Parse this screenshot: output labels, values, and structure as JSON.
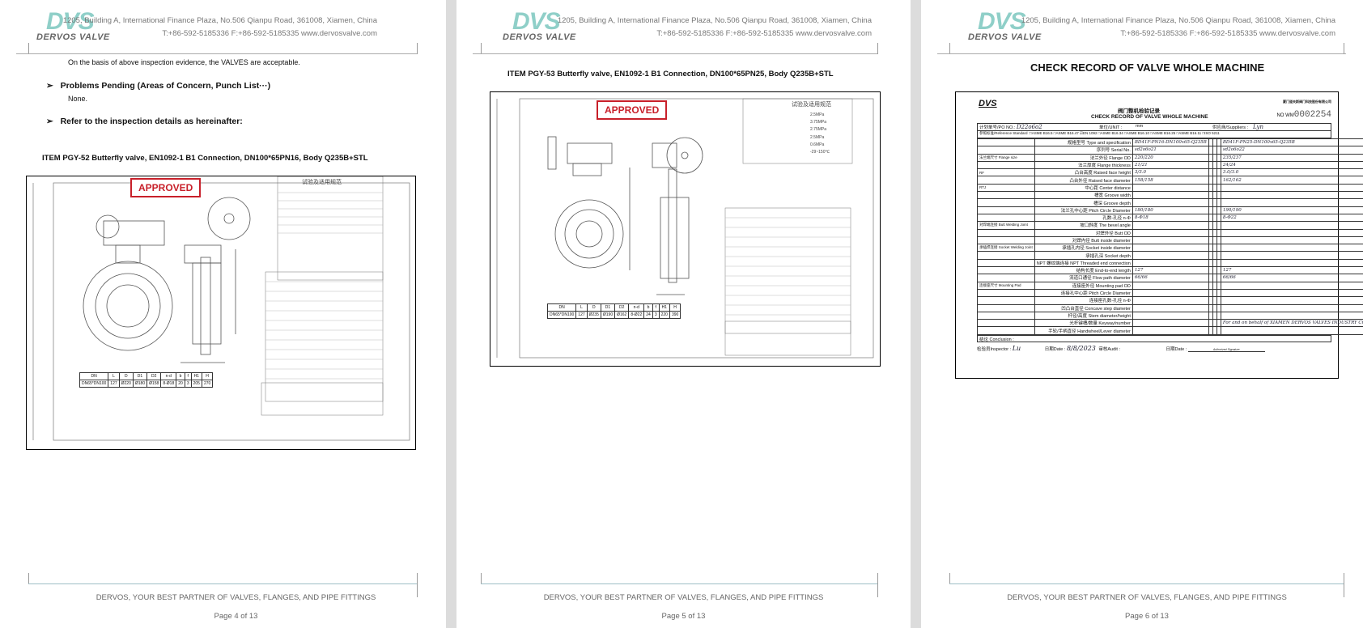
{
  "header": {
    "logo_mark": "DVS",
    "logo_name": "DERVOS VALVE",
    "address": "1205, Building A, International Finance Plaza, No.506 Qianpu Road, 361008, Xiamen, China",
    "contact": "T:+86-592-5185336   F:+86-592-5185335   www.dervosvalve.com"
  },
  "footer": {
    "slogan": "DERVOS, YOUR BEST PARTNER OF VALVES, FLANGES, AND PIPE FITTINGS"
  },
  "pages": [
    {
      "page_label": "Page 4 of 13",
      "conclusion": "On the basis of above inspection evidence, the VALVES are acceptable.",
      "problems_heading": "Problems Pending (Areas of Concern, Punch List···)",
      "problems_text": "None.",
      "refer_heading": "Refer to the inspection details as hereinafter:",
      "item_title": "ITEM PGY-52 Butterfly valve, EN1092-1 B1 Connection, DN100*65PN16, Body Q235B+STL",
      "stamp": "APPROVED",
      "dim_headers": [
        "DN",
        "L",
        "D",
        "D1",
        "D2",
        "n-d",
        "b",
        "f",
        "H1",
        "H"
      ],
      "dim_values": [
        "DN65*DN100",
        "127",
        "Ø220",
        "Ø180",
        "Ø158",
        "8-Ø18",
        "20",
        "3",
        "205",
        "270"
      ],
      "drawing_title": "试验及适用规范"
    },
    {
      "page_label": "Page 5 of 13",
      "item_title": "ITEM PGY-53 Butterfly valve, EN1092-1 B1 Connection, DN100*65PN25, Body Q235B+STL",
      "stamp": "APPROVED",
      "dim_headers": [
        "DN",
        "L",
        "D",
        "D1",
        "D2",
        "n-d",
        "b",
        "f",
        "H1",
        "H"
      ],
      "dim_values": [
        "DN65*DN100",
        "127",
        "Ø235",
        "Ø190",
        "Ø162",
        "8-Ø22",
        "24",
        "3",
        "220",
        "390"
      ],
      "drawing_title": "试验及适用规范",
      "spec_values": [
        "2.5MPa",
        "3.75MPa",
        "2.75MPa",
        "2.5MPa",
        "0.6MPa",
        "-29~150℃"
      ]
    },
    {
      "page_label": "Page 6 of 13",
      "title": "CHECK RECORD OF VALVE WHOLE MACHINE",
      "form": {
        "title_cn": "阀门整机检验记录",
        "title_en": "CHECK RECORD OF VALVE  WHOLE MACHINE",
        "company": "厦门道夫斯阀门科技股份有限公司",
        "no_label": "NO WM",
        "no_value": "0002254",
        "po_label": "计划单号/PO NO.:",
        "po_value": "D22o6o2",
        "unit_label": "单位/UNIT :",
        "unit_value": "mm",
        "supplier_label": "供应商/Suppliers :",
        "supplier_value": "Lyn",
        "standards": "参照标准/Reference Standard :□ASME B16.5  □ASME B16.47  ☑EN 1092  □ASME B16.34  □ASME B16.10  □ASME B16.25  □ASME B16.11  □ISO 5211",
        "rows": [
          {
            "group": "",
            "label": "规格型号 Type and specification",
            "v1": "BD41F-PN16-DN100x65-Q235B",
            "v2": "BD41F-PN25-DN100x65-Q235B"
          },
          {
            "group": "",
            "label": "序列号 Serial No.",
            "v1": "sd2o6o21",
            "v2": "sd2o6o22"
          },
          {
            "group": "法兰端尺寸 Flange size",
            "label": "法兰外径 Flange OD",
            "v1": "220/220",
            "v2": "235/237"
          },
          {
            "group": "",
            "label": "法兰厚度 Flange thickness",
            "v1": "21/21",
            "v2": "24/24"
          },
          {
            "group": "RF",
            "label": "凸台高度 Raised face height",
            "v1": "3/3.0",
            "v2": "3.0/3.0"
          },
          {
            "group": "",
            "label": "凸台外径 Raised face diameter",
            "v1": "158/158",
            "v2": "162/162"
          },
          {
            "group": "RTJ",
            "label": "中心距 Center distance",
            "v1": "",
            "v2": ""
          },
          {
            "group": "",
            "label": "槽宽 Groove width",
            "v1": "",
            "v2": ""
          },
          {
            "group": "",
            "label": "槽深 Groove depth",
            "v1": "",
            "v2": ""
          },
          {
            "group": "",
            "label": "法兰孔中心距 Pitch Circle Diameter",
            "v1": "180/180",
            "v2": "190/190"
          },
          {
            "group": "",
            "label": "孔数-孔径 n-Φ",
            "v1": "8-Φ18",
            "v2": "8-Φ22"
          },
          {
            "group": "对焊端连接 Butt Welding Joint",
            "label": "坡口斜度 The bevel angle",
            "v1": "",
            "v2": ""
          },
          {
            "group": "",
            "label": "对焊外径 Butt OD",
            "v1": "",
            "v2": ""
          },
          {
            "group": "",
            "label": "对焊内径 Butt inside diameter",
            "v1": "",
            "v2": ""
          },
          {
            "group": "承插焊连接 Socket Welding Joint",
            "label": "承插孔内径 Socket inside diameter",
            "v1": "",
            "v2": ""
          },
          {
            "group": "",
            "label": "承插孔深 Socket depth",
            "v1": "",
            "v2": ""
          },
          {
            "group": "",
            "label": "NPT 螺纹端连接 NPT Threaded end connection",
            "v1": "",
            "v2": ""
          },
          {
            "group": "",
            "label": "结构长度 End-to-end length",
            "v1": "127",
            "v2": "127"
          },
          {
            "group": "",
            "label": "流道口通径 Flow path diameter",
            "v1": "66/66",
            "v2": "66/66"
          },
          {
            "group": "连接座尺寸 Mounting Pad",
            "label": "连接座外径 Mounting pad OD",
            "v1": "",
            "v2": ""
          },
          {
            "group": "",
            "label": "连接孔中心距 Pitch Circle Diameter",
            "v1": "",
            "v2": ""
          },
          {
            "group": "",
            "label": "连接座孔数-孔径 n-Φ",
            "v1": "",
            "v2": ""
          },
          {
            "group": "",
            "label": "凹凸台直径 Concave step diameter",
            "v1": "",
            "v2": ""
          },
          {
            "group": "",
            "label": "杆径/高度 Stem diameter/height",
            "v1": "",
            "v2": ""
          },
          {
            "group": "",
            "label": "光杆键槽/数量 Keyway/number",
            "v1": "",
            "v2": "For and on behalf of XIAMEN DERVOS VALVES INDUSTRY CO.,LTD. INSPECTION APPROVED"
          },
          {
            "group": "",
            "label": "手轮/手柄直径 Handwheel/Lever diameter",
            "v1": "",
            "v2": ""
          }
        ],
        "conclusion_label": "结论 Conclusion :",
        "inspector_label": "检验员Inspector :",
        "inspector_value": "Lu",
        "date_label": "日期Date :",
        "date_value": "8/8/2023",
        "audit_label": "审核Audit :",
        "date2_label": "日期Date :",
        "signature_label": "Authorized Signature"
      }
    }
  ]
}
